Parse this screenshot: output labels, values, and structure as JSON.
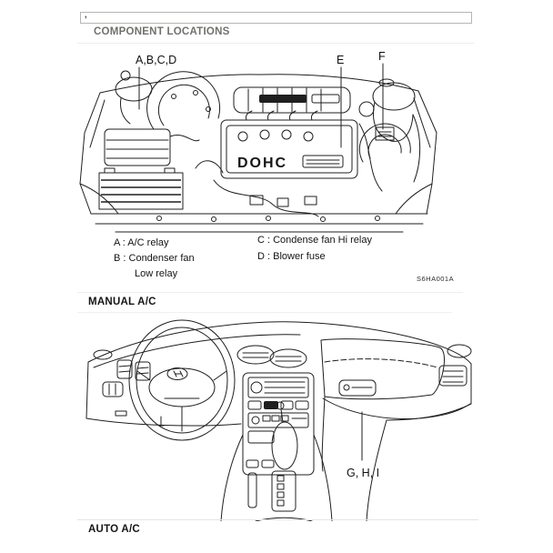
{
  "page": {
    "header_box_mark": ",",
    "component_locations_title": "COMPONENT LOCATIONS",
    "manual_ac_title": "MANUAL A/C",
    "auto_ac_title": "AUTO A/C",
    "figure_code": "S6HA001A"
  },
  "engine_figure": {
    "label_abcd": "A,B,C,D",
    "label_e": "E",
    "label_f": "F",
    "engine_cover_text": "DOHC"
  },
  "legend": {
    "a": "A : A/C relay",
    "b_line1": "B : Condenser fan",
    "b_line2": "Low relay",
    "c": "C : Condense fan Hi relay",
    "d": "D : Blower fuse"
  },
  "dash_figure": {
    "label_ghi": "G, H, I"
  }
}
